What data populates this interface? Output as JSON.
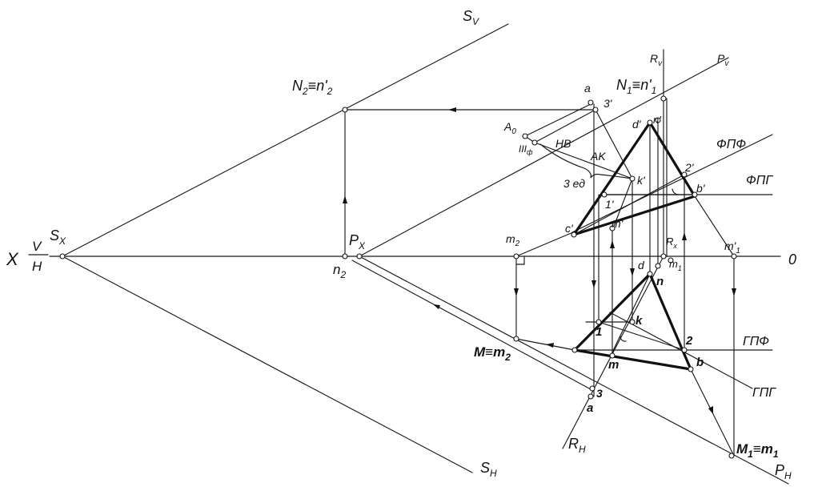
{
  "labels": {
    "sv": "S",
    "sv_sub": "V",
    "sh": "S",
    "sh_sub": "H",
    "sx": "S",
    "sx_sub": "X",
    "x_axis": "X",
    "v": "V",
    "h": "H",
    "zero": "0",
    "px": "P",
    "px_sub": "X",
    "pv": "P",
    "pv_sub": "v",
    "ph": "P",
    "ph_sub": "H",
    "rv": "R",
    "rv_sub": "v",
    "rx": "R",
    "rx_sub": "x",
    "rh": "R",
    "rh_sub": "H",
    "n2_prime": "N",
    "n2_prime_sub": "2",
    "n2_prime_rest": "≡n'",
    "n2_prime_rest_sub": "2",
    "n1_prime": "N",
    "n1_prime_sub": "1",
    "n1_prime_rest": "≡n'",
    "n1_prime_rest_sub": "1",
    "n2": "n",
    "n2_sub": "2",
    "m2_prime": "m",
    "m2_prime_sub": "2",
    "m_eq_m2": "M≡m",
    "m_eq_m2_sub": "2",
    "m1_eq": "M",
    "m1_eq_sub": "1",
    "m1_eq_rest": "≡m",
    "m1_eq_rest_sub": "1",
    "m1_prime": "m'",
    "m1_prime_sub": "1",
    "m1": "m",
    "m1_sub": "1",
    "a0": "A",
    "a0_sub": "0",
    "iii": "III",
    "iii_sub": "ф",
    "hb": "HB",
    "ak": "AK",
    "zed": "3 ед",
    "a_up": "a",
    "three_prime": "3'",
    "d_prime": "d'",
    "n_prime": "n'",
    "k_prime": "k'",
    "two_prime": "2'",
    "b_prime": "b'",
    "one_prime": "1'",
    "c_prime": "c'",
    "m_prime": "m'",
    "d": "d",
    "n": "n",
    "k": "k",
    "one": "1",
    "two": "2",
    "m": "m",
    "b": "b",
    "three": "3",
    "a": "a",
    "fpf": "ФПФ",
    "fpg": "ФПГ",
    "gpf": "ГПФ",
    "gpg": "ГПГ"
  }
}
